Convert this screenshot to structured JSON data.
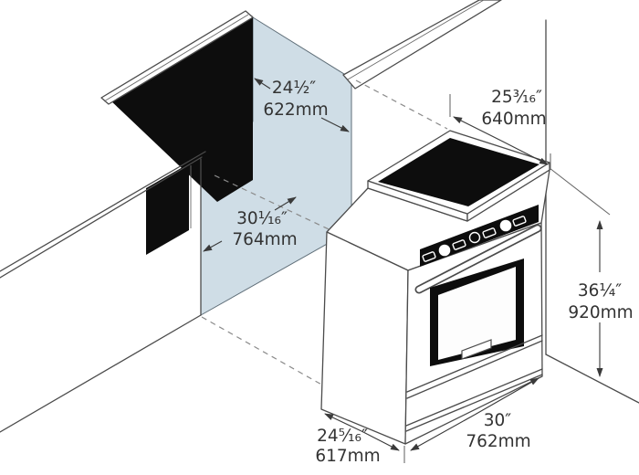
{
  "diagram": {
    "description": "Slide-in range installation cutout diagram",
    "colors": {
      "highlight_blue": "#cfdde6",
      "line_gray": "#4b4b4b",
      "cooktop_black": "#0d0d0d",
      "text_gray": "#333333"
    },
    "dimensions": {
      "cutout_depth": {
        "imperial": "24¹⁄₂″",
        "metric": "622mm"
      },
      "top_depth": {
        "imperial": "25³⁄₁₆″",
        "metric": "640mm"
      },
      "cutout_width": {
        "imperial": "30¹⁄₁₆″",
        "metric": "764mm"
      },
      "height": {
        "imperial": "36¹⁄₄″",
        "metric": "920mm"
      },
      "width": {
        "imperial": "30″",
        "metric": "762mm"
      },
      "base_depth": {
        "imperial": "24⁵⁄₁₆″",
        "metric": "617mm"
      }
    }
  }
}
